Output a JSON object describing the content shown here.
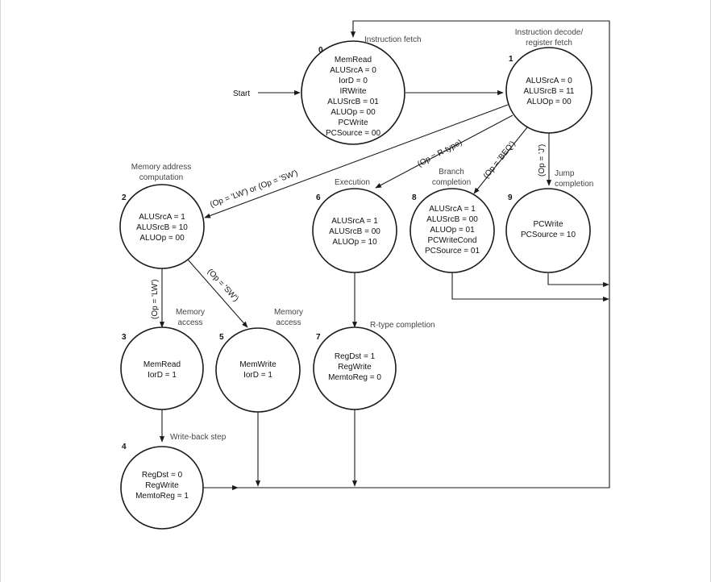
{
  "start_label": "Start",
  "states": [
    {
      "num": "0",
      "title": "Instruction fetch",
      "lines": [
        "MemRead",
        "ALUSrcA = 0",
        "IorD = 0",
        "IRWrite",
        "ALUSrcB = 01",
        "ALUOp = 00",
        "PCWrite",
        "PCSource = 00"
      ]
    },
    {
      "num": "1",
      "title": [
        "Instruction decode/",
        "register fetch"
      ],
      "lines": [
        "ALUSrcA = 0",
        "ALUSrcB = 11",
        "ALUOp = 00"
      ]
    },
    {
      "num": "2",
      "title": [
        "Memory address",
        "computation"
      ],
      "lines": [
        "ALUSrcA = 1",
        "ALUSrcB = 10",
        "ALUOp = 00"
      ]
    },
    {
      "num": "6",
      "title": "Execution",
      "lines": [
        "ALUSrcA = 1",
        "ALUSrcB = 00",
        "ALUOp = 10"
      ]
    },
    {
      "num": "8",
      "title": [
        "Branch",
        "completion"
      ],
      "lines": [
        "ALUSrcA = 1",
        "ALUSrcB = 00",
        "ALUOp = 01",
        "PCWriteCond",
        "PCSource = 01"
      ]
    },
    {
      "num": "9",
      "title": [
        "Jump",
        "completion"
      ],
      "lines": [
        "PCWrite",
        "PCSource = 10"
      ]
    },
    {
      "num": "3",
      "title": [
        "Memory",
        "access"
      ],
      "lines": [
        "MemRead",
        "IorD = 1"
      ]
    },
    {
      "num": "5",
      "title": [
        "Memory",
        "access"
      ],
      "lines": [
        "MemWrite",
        "IorD = 1"
      ]
    },
    {
      "num": "7",
      "title": "R-type completion",
      "lines": [
        "RegDst = 1",
        "RegWrite",
        "MemtoReg = 0"
      ]
    },
    {
      "num": "4",
      "title": "Write-back step",
      "lines": [
        "RegDst = 0",
        "RegWrite",
        "MemtoReg = 1"
      ]
    }
  ],
  "conditions": {
    "lw_or_sw": "(Op = 'LW') or (Op = 'SW')",
    "r_type": "(Op = R-type)",
    "beq": "(Op = 'BEQ')",
    "jump": "(Op = 'J')",
    "lw": "(Op = 'LW')",
    "sw": "(Op = 'SW')"
  }
}
